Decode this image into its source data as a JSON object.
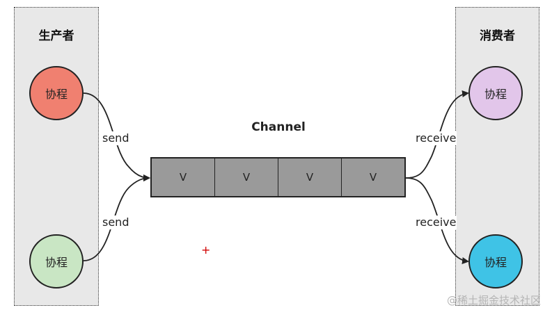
{
  "producer": {
    "title": "生产者",
    "top_node": "协程",
    "bottom_node": "协程"
  },
  "consumer": {
    "title": "消费者",
    "top_node": "协程",
    "bottom_node": "协程"
  },
  "channel": {
    "title": "Channel",
    "slots": [
      "V",
      "V",
      "V",
      "V"
    ]
  },
  "edges": {
    "send_top": "send",
    "send_bottom": "send",
    "receive_top": "receive",
    "receive_bottom": "receive"
  },
  "watermark": "@稀土掘金技术社区",
  "colors": {
    "producer_top": "#f08070",
    "producer_bottom": "#c9e6c4",
    "consumer_top": "#e2c6ea",
    "consumer_bottom": "#3fc3e6",
    "channel_fill": "#9a9a9a",
    "panel_bg": "#e8e8e8"
  }
}
